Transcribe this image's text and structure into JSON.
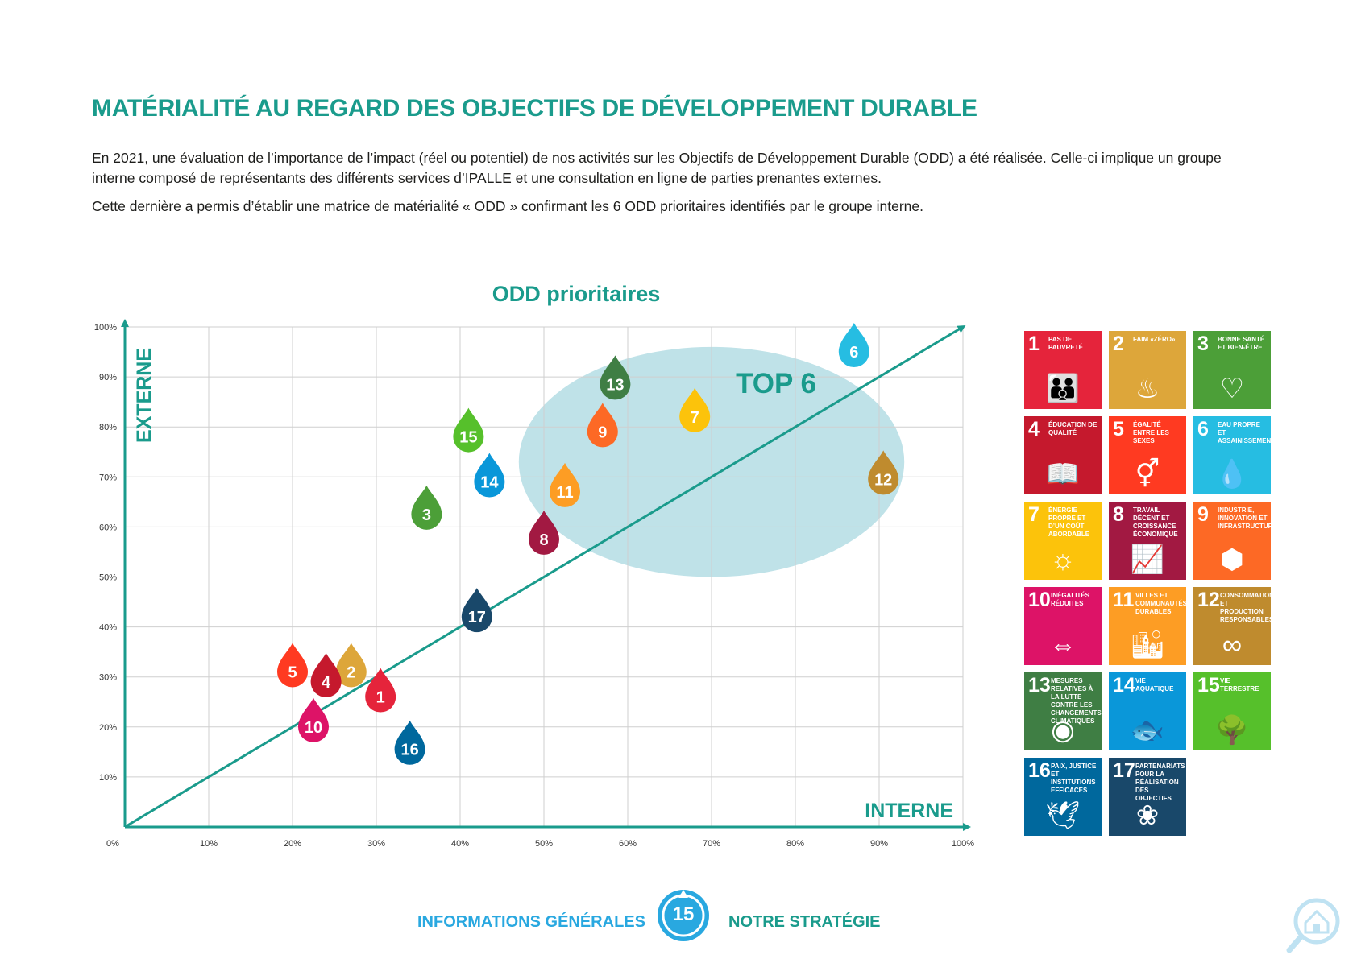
{
  "header": {
    "title": "MATÉRIALITÉ AU REGARD DES OBJECTIFS DE DÉVELOPPEMENT DURABLE",
    "paragraph1": "En 2021, une évaluation de l’importance de l’impact (réel ou potentiel) de nos activités sur les Objectifs de Développement Durable (ODD) a été réalisée. Celle-ci implique un groupe interne composé de représentants des différents services d’IPALLE et une consultation en ligne de parties prenantes externes.",
    "paragraph2": "Cette dernière a permis d’établir une matrice de matérialité « ODD » confirmant les 6 ODD prioritaires identifiés par le groupe interne."
  },
  "chart_data": {
    "type": "scatter",
    "title": "ODD prioritaires",
    "annotation": "TOP 6",
    "xlabel": "INTERNE",
    "ylabel": "EXTERNE",
    "xlim": [
      0,
      100
    ],
    "ylim": [
      0,
      100
    ],
    "x_ticks": [
      "0%",
      "10%",
      "20%",
      "30%",
      "40%",
      "50%",
      "60%",
      "70%",
      "80%",
      "90%",
      "100%"
    ],
    "y_ticks": [
      "10%",
      "20%",
      "30%",
      "40%",
      "50%",
      "60%",
      "70%",
      "80%",
      "90%",
      "100%"
    ],
    "grid": true,
    "diagonal": [
      [
        0,
        0
      ],
      [
        100,
        100
      ]
    ],
    "highlight_ellipse": {
      "cx": 70,
      "cy": 73,
      "rx": 23,
      "ry": 23
    },
    "points": [
      {
        "id": "1",
        "x": 30.5,
        "y": 26,
        "color": "#e5243b"
      },
      {
        "id": "2",
        "x": 27,
        "y": 31,
        "color": "#dda63a"
      },
      {
        "id": "3",
        "x": 36,
        "y": 62.5,
        "color": "#4c9f38"
      },
      {
        "id": "4",
        "x": 24,
        "y": 29,
        "color": "#c5192d"
      },
      {
        "id": "5",
        "x": 20,
        "y": 31,
        "color": "#ff3a21"
      },
      {
        "id": "6",
        "x": 87,
        "y": 95,
        "color": "#26bde2"
      },
      {
        "id": "7",
        "x": 68,
        "y": 82,
        "color": "#fcc30b"
      },
      {
        "id": "8",
        "x": 50,
        "y": 57.5,
        "color": "#a21942"
      },
      {
        "id": "9",
        "x": 57,
        "y": 79,
        "color": "#fd6925"
      },
      {
        "id": "10",
        "x": 22.5,
        "y": 20,
        "color": "#dd1367"
      },
      {
        "id": "11",
        "x": 52.5,
        "y": 67,
        "color": "#fd9d24"
      },
      {
        "id": "12",
        "x": 90.5,
        "y": 69.5,
        "color": "#bf8b2e"
      },
      {
        "id": "13",
        "x": 58.5,
        "y": 88.5,
        "color": "#3f7e44"
      },
      {
        "id": "14",
        "x": 43.5,
        "y": 69,
        "color": "#0a97d9"
      },
      {
        "id": "15",
        "x": 41,
        "y": 78,
        "color": "#56c02b"
      },
      {
        "id": "16",
        "x": 34,
        "y": 15.5,
        "color": "#00689d"
      },
      {
        "id": "17",
        "x": 42,
        "y": 42,
        "color": "#19486a"
      }
    ]
  },
  "sdg_tiles": [
    {
      "num": "1",
      "label": "PAS DE PAUVRETÉ",
      "color": "#e5243b",
      "icon": "family-icon",
      "glyph": "👪"
    },
    {
      "num": "2",
      "label": "FAIM «ZÉRO»",
      "color": "#dda63a",
      "icon": "bowl-icon",
      "glyph": "♨"
    },
    {
      "num": "3",
      "label": "BONNE SANTÉ ET BIEN-ÊTRE",
      "color": "#4c9f38",
      "icon": "heartbeat-icon",
      "glyph": "♡"
    },
    {
      "num": "4",
      "label": "ÉDUCATION DE QUALITÉ",
      "color": "#c5192d",
      "icon": "book-icon",
      "glyph": "📖"
    },
    {
      "num": "5",
      "label": "ÉGALITÉ ENTRE LES SEXES",
      "color": "#ff3a21",
      "icon": "gender-icon",
      "glyph": "⚥"
    },
    {
      "num": "6",
      "label": "EAU PROPRE ET ASSAINISSEMENT",
      "color": "#26bde2",
      "icon": "water-glass-icon",
      "glyph": "💧"
    },
    {
      "num": "7",
      "label": "ÉNERGIE PROPRE ET D’UN COÛT ABORDABLE",
      "color": "#fcc30b",
      "icon": "sun-icon",
      "glyph": "☼"
    },
    {
      "num": "8",
      "label": "TRAVAIL DÉCENT ET CROISSANCE ÉCONOMIQUE",
      "color": "#a21942",
      "icon": "growth-chart-icon",
      "glyph": "📈"
    },
    {
      "num": "9",
      "label": "INDUSTRIE, INNOVATION ET INFRASTRUCTURE",
      "color": "#fd6925",
      "icon": "cubes-icon",
      "glyph": "⬢"
    },
    {
      "num": "10",
      "label": "INÉGALITÉS RÉDUITES",
      "color": "#dd1367",
      "icon": "equality-icon",
      "glyph": "⇔"
    },
    {
      "num": "11",
      "label": "VILLES ET COMMUNAUTÉS DURABLES",
      "color": "#fd9d24",
      "icon": "city-icon",
      "glyph": "🏙"
    },
    {
      "num": "12",
      "label": "CONSOMMATION ET PRODUCTION RESPONSABLES",
      "color": "#bf8b2e",
      "icon": "infinity-icon",
      "glyph": "∞"
    },
    {
      "num": "13",
      "label": "MESURES RELATIVES À LA LUTTE CONTRE LES CHANGEMENTS CLIMATIQUES",
      "color": "#3f7e44",
      "icon": "eye-globe-icon",
      "glyph": "◉"
    },
    {
      "num": "14",
      "label": "VIE AQUATIQUE",
      "color": "#0a97d9",
      "icon": "fish-icon",
      "glyph": "🐟"
    },
    {
      "num": "15",
      "label": "VIE TERRESTRE",
      "color": "#56c02b",
      "icon": "tree-icon",
      "glyph": "🌳"
    },
    {
      "num": "16",
      "label": "PAIX, JUSTICE ET INSTITUTIONS EFFICACES",
      "color": "#00689d",
      "icon": "dove-icon",
      "glyph": "🕊"
    },
    {
      "num": "17",
      "label": "PARTENARIATS POUR LA RÉALISATION DES OBJECTIFS",
      "color": "#19486a",
      "icon": "rings-icon",
      "glyph": "❀"
    }
  ],
  "footer": {
    "left_link": "INFORMATIONS GÉNÉRALES",
    "right_link": "NOTRE STRATÉGIE",
    "page_number": "15"
  },
  "colors": {
    "accent": "#1a9b8c",
    "blue": "#29a8e0",
    "ellipse": "#bfe2e8"
  }
}
